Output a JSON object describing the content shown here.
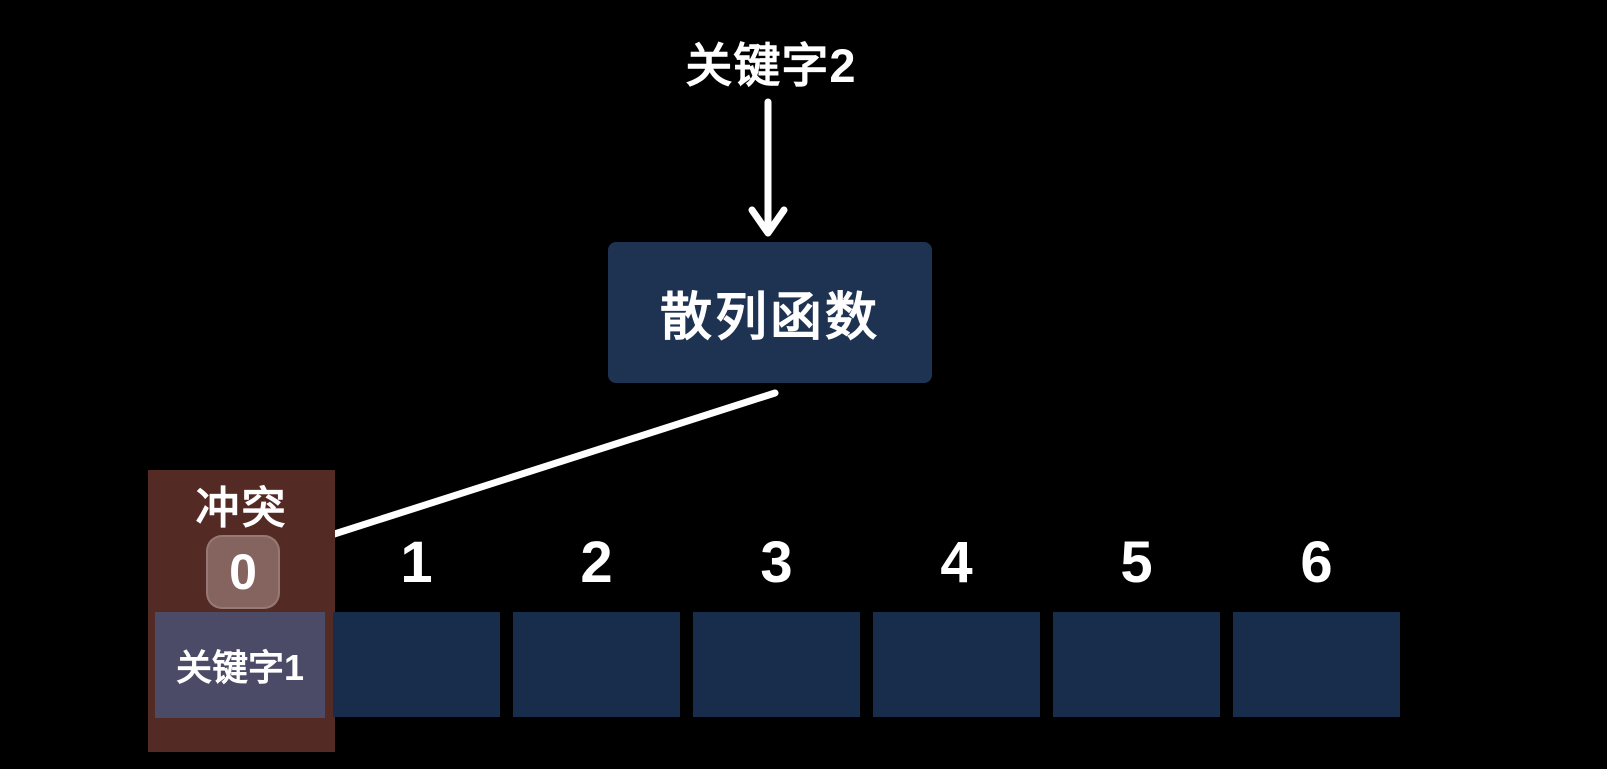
{
  "diagram": {
    "incoming_key_label": "关键字2",
    "hash_function_label": "散列函数",
    "collision": {
      "title": "冲突",
      "slot_index": "0",
      "stored_key_label": "关键字1"
    },
    "slot_indices": [
      "1",
      "2",
      "3",
      "4",
      "5",
      "6"
    ]
  },
  "colors": {
    "background": "#000000",
    "hash_box": "#1e3251",
    "slot_cell": "#182d4b",
    "collision_panel_bg": "#532a24",
    "collision_index_bg": "#85645f",
    "stored_key_cell_bg": "#4b4a67",
    "arrow": "#ffffff",
    "text": "#ffffff"
  }
}
